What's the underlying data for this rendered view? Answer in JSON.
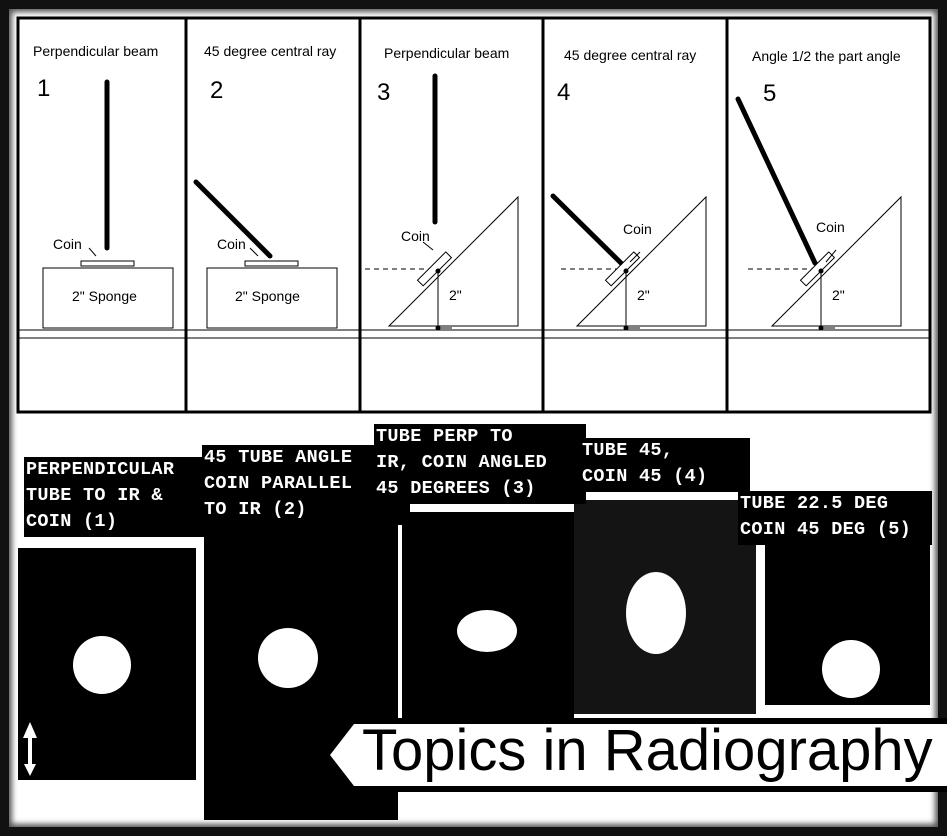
{
  "panels": [
    {
      "label": "Perpendicular beam",
      "number": "1",
      "coin_label": "Coin",
      "sponge_label": "2\" Sponge"
    },
    {
      "label": "45 degree central ray",
      "number": "2",
      "coin_label": "Coin",
      "sponge_label": "2\" Sponge"
    },
    {
      "label": "Perpendicular beam",
      "number": "3",
      "coin_label": "Coin",
      "height_label": "2\""
    },
    {
      "label": "45 degree central ray",
      "number": "4",
      "coin_label": "Coin",
      "height_label": "2\""
    },
    {
      "label": "Angle 1/2 the part angle",
      "number": "5",
      "coin_label": "Coin",
      "height_label": "2\""
    }
  ],
  "captions": [
    "PERPENDICULAR\nTUBE TO IR &\nCOIN (1)",
    "45 TUBE ANGLE\nCOIN PARALLEL\nTO IR (2)",
    "TUBE PERP TO\nIR, COIN ANGLED\n45 DEGREES (3)",
    "TUBE 45,\nCOIN 45 (4)",
    "TUBE 22.5 DEG\nCOIN 45 DEG (5)"
  ],
  "banner": {
    "title": "Topics in Radiography"
  },
  "icons": {
    "orientation_marker": "up-arrow-icon"
  }
}
